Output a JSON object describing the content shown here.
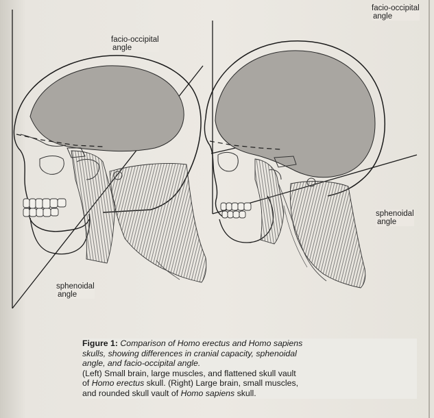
{
  "figure": {
    "labels": {
      "left_facio_occipital": [
        "facio-occipital",
        "angle"
      ],
      "right_facio_occipital": [
        "facio-occipital",
        "angle"
      ],
      "left_sphenoidal": [
        "sphenoidal",
        "angle"
      ],
      "right_sphenoidal": [
        "sphenoidal",
        "angle"
      ]
    },
    "caption": {
      "figure_label": "Figure 1:",
      "title_line1": "Comparison of Homo erectus and Homo sapiens",
      "title_line2": "skulls, showing differences in cranial capacity, sphenoidal",
      "title_line3": "angle, and facio-occipital angle.",
      "left_line1": "(Left) Small brain, large muscles, and flattened skull vault",
      "left_line2_pre": "of ",
      "left_line2_italic": "Homo erectus",
      "left_line2_post": " skull. (Right) Large brain, small muscles,",
      "right_line3_pre": "and rounded skull vault of ",
      "right_line3_italic": "Homo sapiens",
      "right_line3_post": " skull."
    }
  }
}
